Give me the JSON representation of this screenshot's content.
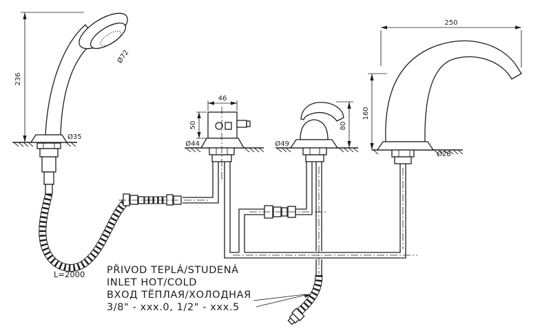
{
  "drawing": {
    "title": "bath-rim four-hole mixer with hand shower - dimensioned technical drawing",
    "dims": {
      "shower_height": "236",
      "head_diameter": "Ø72",
      "shower_base_diameter": "Ø35",
      "valve_width": "46",
      "valve_height": "50",
      "valve_base_diameter": "Ø44",
      "lever_height": "80",
      "lever_base_diameter": "Ø49",
      "spout_reach": "250",
      "spout_height": "160",
      "spout_base_diameter": "Ø28"
    },
    "notes": {
      "hose_length": "L=2000",
      "inlet_line_cs": "PŘIVOD TEPLÁ/STUDENÁ",
      "inlet_line_en": "INLET HOT/COLD",
      "inlet_line_ru": "ВХОД ТЁПЛАЯ/ХОЛОДНАЯ",
      "inlet_line_size": "3/8\" - xxx.0, 1/2\" - xxx.5"
    },
    "colors": {
      "ink": "#1c1c1c",
      "paper": "#ffffff"
    }
  }
}
